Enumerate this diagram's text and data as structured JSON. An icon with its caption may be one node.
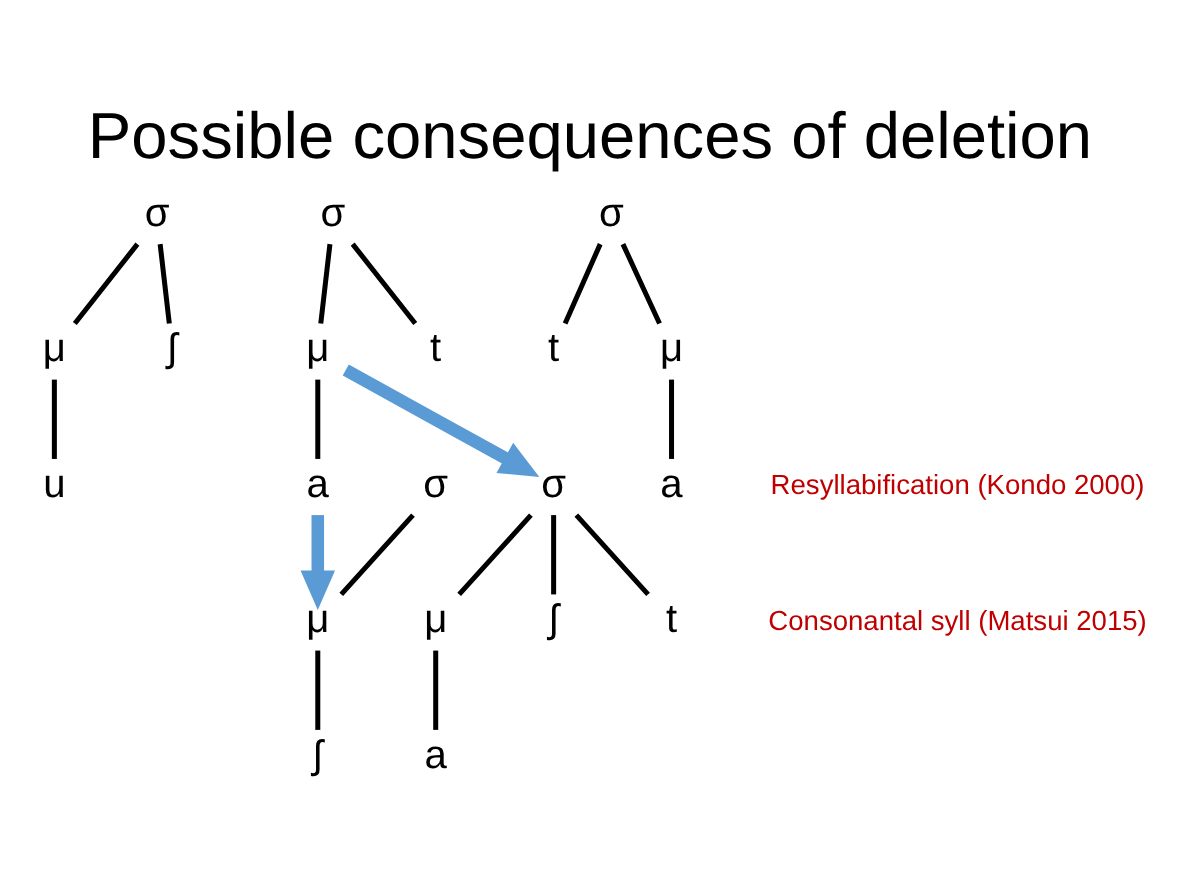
{
  "diagram": {
    "title": "Possible consequences of deletion",
    "nodes": [
      {
        "text": [
          "σ"
        ]
      },
      {
        "text": [
          "μ"
        ]
      },
      {
        "text": [
          "ʃ"
        ]
      },
      {
        "text": [
          "u"
        ]
      },
      {
        "text": [
          "σ"
        ]
      },
      {
        "text": [
          "μ"
        ]
      },
      {
        "text": [
          "t"
        ]
      },
      {
        "text": [
          "a"
        ]
      },
      {
        "text": [
          "σ"
        ]
      },
      {
        "text": [
          "μ"
        ]
      },
      {
        "text": [
          "ʃ"
        ]
      },
      {
        "text": [
          "t"
        ]
      },
      {
        "text": [
          "a"
        ]
      },
      {
        "text": [
          "σ"
        ]
      },
      {
        "text": [
          "μ"
        ]
      },
      {
        "text": [
          "ʃ"
        ]
      },
      {
        "text": [
          "σ"
        ]
      },
      {
        "text": [
          "t"
        ]
      },
      {
        "text": [
          "μ"
        ]
      },
      {
        "text": [
          "a"
        ]
      }
    ],
    "edges": [
      {
        "from": 0,
        "to": 1,
        "arrow": "none"
      },
      {
        "from": 0,
        "to": 2,
        "arrow": "none"
      },
      {
        "from": 1,
        "to": 3,
        "arrow": "none"
      },
      {
        "from": 4,
        "to": 5,
        "arrow": "none"
      },
      {
        "from": 4,
        "to": 6,
        "arrow": "none"
      },
      {
        "from": 5,
        "to": 7,
        "arrow": "none"
      },
      {
        "from": 5,
        "to": 8,
        "arrow": "to",
        "style": "thick",
        "color": "#5b9bd5"
      },
      {
        "from": 8,
        "to": 10,
        "arrow": "none"
      },
      {
        "from": 8,
        "to": 11,
        "arrow": "none"
      },
      {
        "from": 8,
        "to": 9,
        "arrow": "none"
      },
      {
        "from": 9,
        "to": 12,
        "arrow": "none"
      },
      {
        "from": 7,
        "to": 14,
        "arrow": "to",
        "style": "thick",
        "color": "#5b9bd5"
      },
      {
        "from": 13,
        "to": 14,
        "arrow": "none"
      },
      {
        "from": 14,
        "to": 15,
        "arrow": "none"
      },
      {
        "from": 16,
        "to": 17,
        "arrow": "none"
      },
      {
        "from": 16,
        "to": 18,
        "arrow": "none"
      },
      {
        "from": 18,
        "to": 19,
        "arrow": "none"
      }
    ],
    "labels": [
      "Resyllabification (Kondo 2000)",
      "Consonantal syll (Matsui 2015)"
    ]
  }
}
